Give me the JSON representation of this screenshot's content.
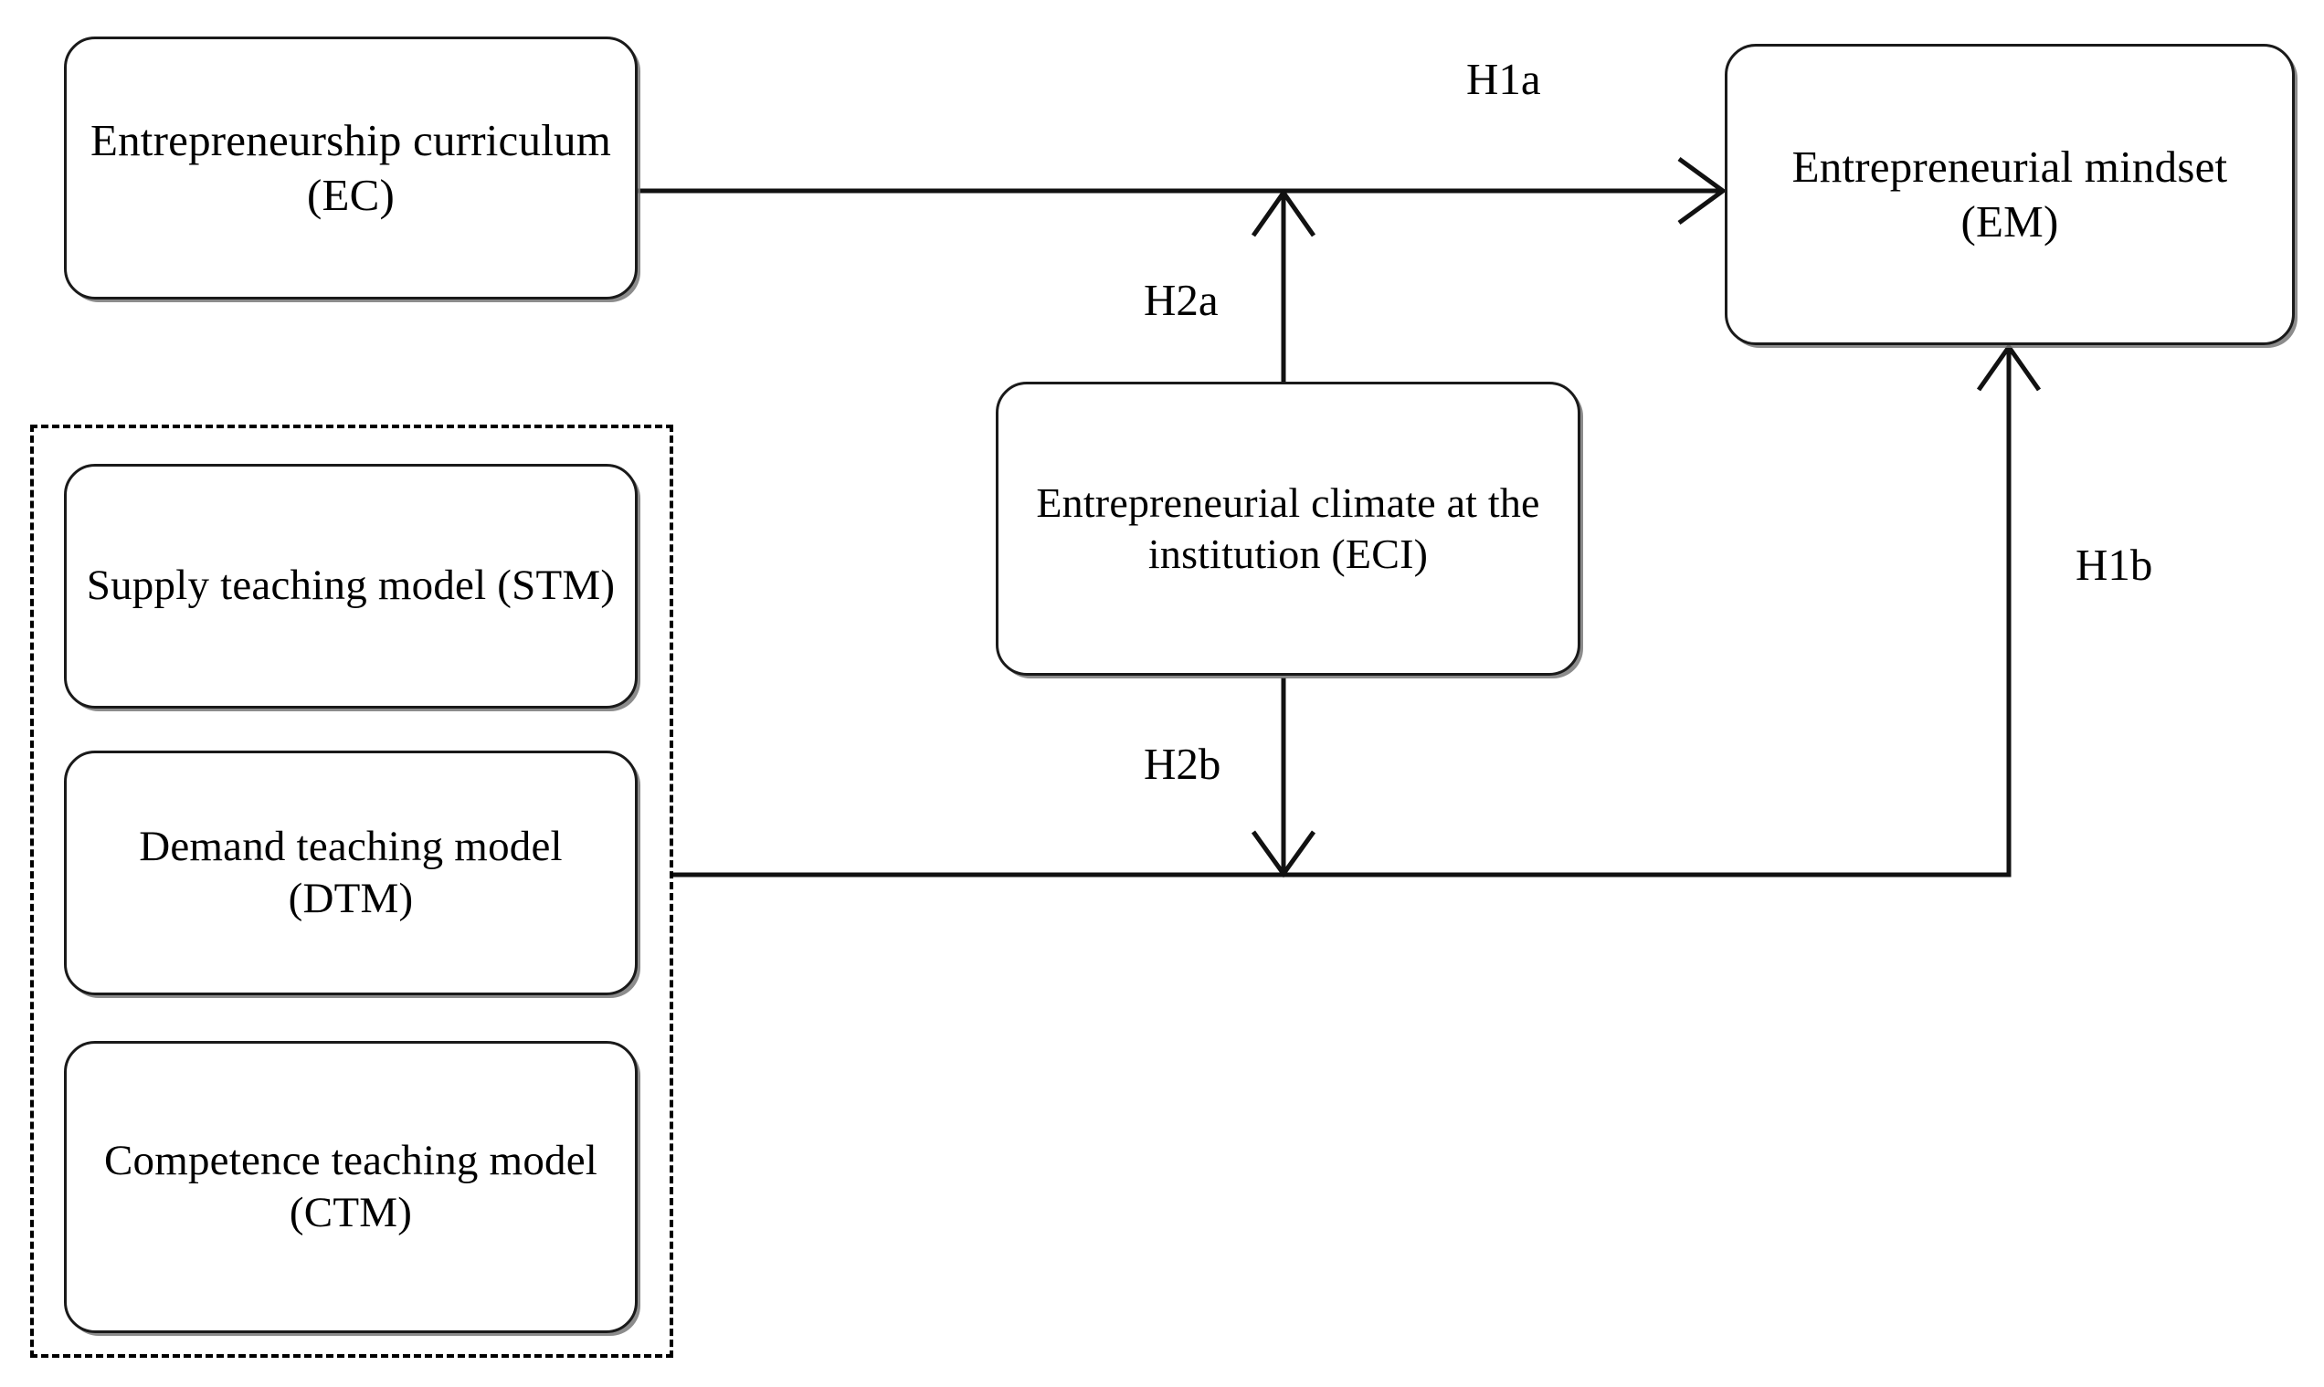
{
  "diagram": {
    "type": "conceptual-research-model",
    "background_color": "#ffffff",
    "line_color": "#111111",
    "node_border_color": "#1a1a1a",
    "text_color": "#000000"
  },
  "nodes": {
    "ec": {
      "label": "Entrepreneurship curriculum (EC)",
      "code": "EC",
      "shape": "rounded-rect"
    },
    "em": {
      "label": "Entrepreneurial mindset (EM)",
      "code": "EM",
      "shape": "rounded-rect"
    },
    "eci": {
      "label": "Entrepreneurial climate at the institution (ECI)",
      "code": "ECI",
      "shape": "rounded-rect"
    },
    "stm": {
      "label": "Supply teaching model (STM)",
      "code": "STM",
      "shape": "rounded-rect"
    },
    "dtm": {
      "label": "Demand teaching model (DTM)",
      "code": "DTM",
      "shape": "rounded-rect"
    },
    "ctm": {
      "label": "Competence teaching model (CTM)",
      "code": "CTM",
      "shape": "rounded-rect"
    }
  },
  "group": {
    "name": "teaching-models-group",
    "border_style": "dashed",
    "members": [
      "STM",
      "DTM",
      "CTM"
    ]
  },
  "edges": [
    {
      "id": "h1a",
      "label": "H1a",
      "from": "EC",
      "to": "EM",
      "arrow": "single",
      "direction": "right"
    },
    {
      "id": "h1b",
      "label": "H1b",
      "from": "DTM",
      "to": "EM",
      "arrow": "single",
      "direction": "up"
    },
    {
      "id": "h2a",
      "label": "H2a",
      "from": "ECI",
      "to": "EC-EM path",
      "arrow": "single",
      "direction": "up"
    },
    {
      "id": "h2b",
      "label": "H2b",
      "from": "ECI",
      "to": "teaching-models-EM path",
      "arrow": "single",
      "direction": "down"
    }
  ]
}
